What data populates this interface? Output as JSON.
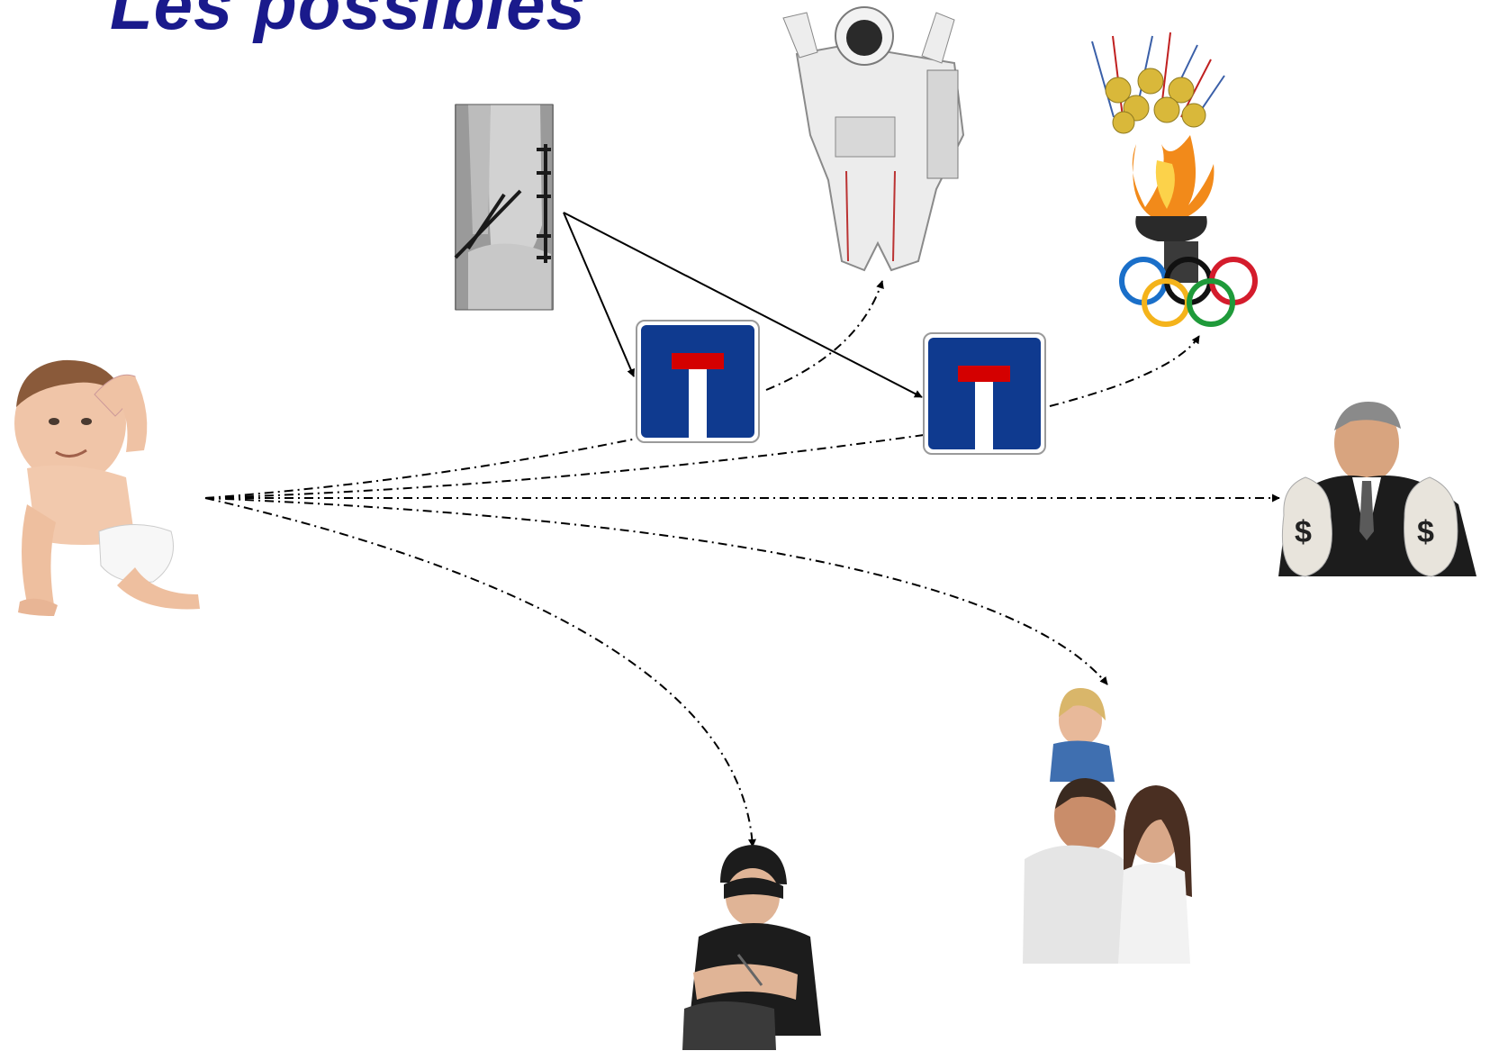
{
  "title": "Les possibles",
  "colors": {
    "title": "#1a1a8c",
    "sign_blue": "#0f3a8f",
    "sign_red": "#d40000",
    "arrow": "#000000"
  },
  "nodes": [
    {
      "id": "baby",
      "depicts": "crawling baby in a diaper"
    },
    {
      "id": "xray",
      "depicts": "x-ray of a fractured ankle with surgical screws"
    },
    {
      "id": "astronaut",
      "depicts": "astronaut in a white spacesuit"
    },
    {
      "id": "olympics",
      "depicts": "gold medals above an Olympic flame and the Olympic rings"
    },
    {
      "id": "dead-end-sign-1",
      "depicts": "blue dead-end road sign"
    },
    {
      "id": "dead-end-sign-2",
      "depicts": "blue dead-end road sign"
    },
    {
      "id": "businessman",
      "depicts": "smiling businessman holding two dollar money bags"
    },
    {
      "id": "family",
      "depicts": "family: father carrying a girl on his shoulders next to the mother"
    },
    {
      "id": "drug-user",
      "depicts": "person in a black beanie injecting his arm"
    }
  ],
  "edges": [
    {
      "from": "xray",
      "to": "dead-end-sign-1",
      "style": "solid"
    },
    {
      "from": "xray",
      "to": "dead-end-sign-2",
      "style": "solid"
    },
    {
      "from": "baby",
      "to": "dead-end-sign-1",
      "style": "dash-dot"
    },
    {
      "from": "dead-end-sign-1",
      "to": "astronaut",
      "style": "dash-dot"
    },
    {
      "from": "baby",
      "to": "dead-end-sign-2",
      "style": "dash-dot"
    },
    {
      "from": "dead-end-sign-2",
      "to": "olympics",
      "style": "dash-dot"
    },
    {
      "from": "baby",
      "to": "businessman",
      "style": "dash-dot"
    },
    {
      "from": "baby",
      "to": "family",
      "style": "dash-dot"
    },
    {
      "from": "baby",
      "to": "drug-user",
      "style": "dash-dot"
    }
  ]
}
